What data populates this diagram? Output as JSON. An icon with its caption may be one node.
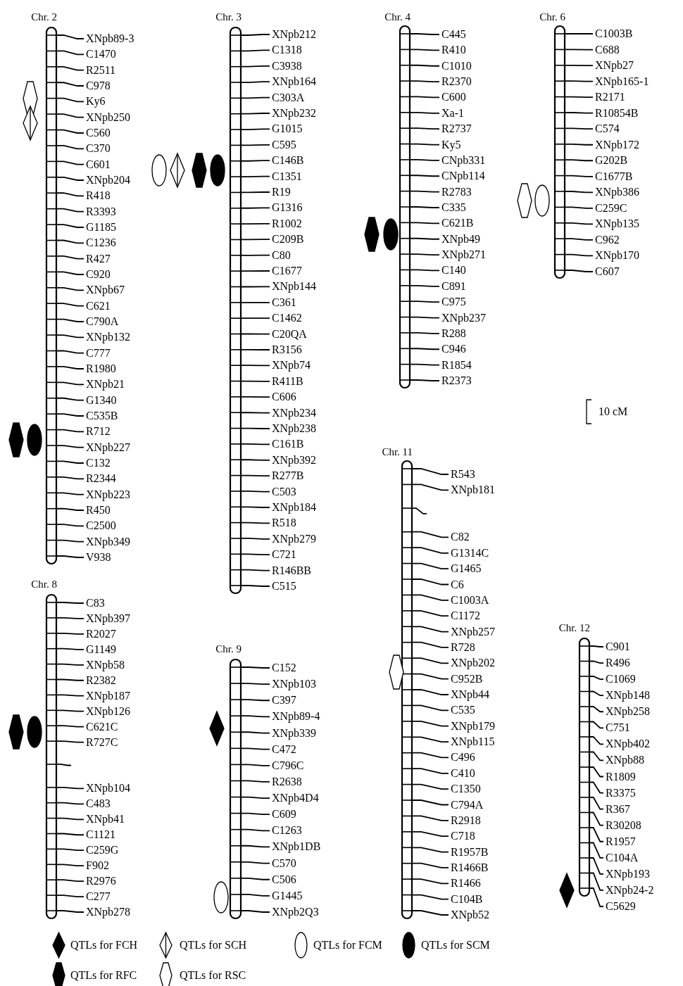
{
  "diagram": {
    "nodes": [
      {
        "text": [
          "Chr. 2"
        ]
      },
      {
        "text": [
          "XNpb89-3"
        ]
      },
      {
        "text": [
          "C1470"
        ]
      },
      {
        "text": [
          "R2511"
        ]
      },
      {
        "text": [
          "C978"
        ]
      },
      {
        "text": [
          "Ky6"
        ]
      },
      {
        "text": [
          "XNpb250"
        ]
      },
      {
        "text": [
          "C560"
        ]
      },
      {
        "text": [
          "C370"
        ]
      },
      {
        "text": [
          "C601"
        ]
      },
      {
        "text": [
          "XNpb204"
        ]
      },
      {
        "text": [
          "R418"
        ]
      },
      {
        "text": [
          "R3393"
        ]
      },
      {
        "text": [
          "G1185"
        ]
      },
      {
        "text": [
          "C1236"
        ]
      },
      {
        "text": [
          "R427"
        ]
      },
      {
        "text": [
          "C920"
        ]
      },
      {
        "text": [
          "XNpb67"
        ]
      },
      {
        "text": [
          "C621"
        ]
      },
      {
        "text": [
          "C790A"
        ]
      },
      {
        "text": [
          "XNpb132"
        ]
      },
      {
        "text": [
          "C777"
        ]
      },
      {
        "text": [
          "R1980"
        ]
      },
      {
        "text": [
          "XNpb21"
        ]
      },
      {
        "text": [
          "G1340"
        ]
      },
      {
        "text": [
          "C535B"
        ]
      },
      {
        "text": [
          "R712"
        ]
      },
      {
        "text": [
          "XNpb227"
        ]
      },
      {
        "text": [
          "C132"
        ]
      },
      {
        "text": [
          "R2344"
        ]
      },
      {
        "text": [
          "XNpb223"
        ]
      },
      {
        "text": [
          "R450"
        ]
      },
      {
        "text": [
          "C2500"
        ]
      },
      {
        "text": [
          "XNpb349"
        ]
      },
      {
        "text": [
          "V938"
        ]
      },
      {
        "text": [
          "Chr. 3"
        ]
      },
      {
        "text": [
          "XNpb212"
        ]
      },
      {
        "text": [
          "C1318"
        ]
      },
      {
        "text": [
          "C3938"
        ]
      },
      {
        "text": [
          "XNpb164"
        ]
      },
      {
        "text": [
          "C303A"
        ]
      },
      {
        "text": [
          "XNpb232"
        ]
      },
      {
        "text": [
          "G1015"
        ]
      },
      {
        "text": [
          "C595"
        ]
      },
      {
        "text": [
          "C146B"
        ]
      },
      {
        "text": [
          "C1351"
        ]
      },
      {
        "text": [
          "R19"
        ]
      },
      {
        "text": [
          "G1316"
        ]
      },
      {
        "text": [
          "R1002"
        ]
      },
      {
        "text": [
          "C209B"
        ]
      },
      {
        "text": [
          "C80"
        ]
      },
      {
        "text": [
          "C1677"
        ]
      },
      {
        "text": [
          "XNpb144"
        ]
      },
      {
        "text": [
          "C361"
        ]
      },
      {
        "text": [
          "C1462"
        ]
      },
      {
        "text": [
          "C20QA"
        ]
      },
      {
        "text": [
          "R3156"
        ]
      },
      {
        "text": [
          "XNpb74"
        ]
      },
      {
        "text": [
          "R411B"
        ]
      },
      {
        "text": [
          "C606"
        ]
      },
      {
        "text": [
          "XNpb234"
        ]
      },
      {
        "text": [
          "XNpb238"
        ]
      },
      {
        "text": [
          "C161B"
        ]
      },
      {
        "text": [
          "XNpb392"
        ]
      },
      {
        "text": [
          "R277B"
        ]
      },
      {
        "text": [
          "C503"
        ]
      },
      {
        "text": [
          "XNpb184"
        ]
      },
      {
        "text": [
          "R518"
        ]
      },
      {
        "text": [
          "XNpb279"
        ]
      },
      {
        "text": [
          "C721"
        ]
      },
      {
        "text": [
          "R146BB"
        ]
      },
      {
        "text": [
          "C515"
        ]
      },
      {
        "text": [
          "Chr. 4"
        ]
      },
      {
        "text": [
          "C445"
        ]
      },
      {
        "text": [
          "R410"
        ]
      },
      {
        "text": [
          "C1010"
        ]
      },
      {
        "text": [
          "R2370"
        ]
      },
      {
        "text": [
          "C600"
        ]
      },
      {
        "text": [
          "Xa-1"
        ]
      },
      {
        "text": [
          "R2737"
        ]
      },
      {
        "text": [
          "Ky5"
        ]
      },
      {
        "text": [
          "CNpb331"
        ]
      },
      {
        "text": [
          "CNpb114"
        ]
      },
      {
        "text": [
          "R2783"
        ]
      },
      {
        "text": [
          "C335"
        ]
      },
      {
        "text": [
          "C621B"
        ]
      },
      {
        "text": [
          "XNpb49"
        ]
      },
      {
        "text": [
          "XNpb271"
        ]
      },
      {
        "text": [
          "C140"
        ]
      },
      {
        "text": [
          "C891"
        ]
      },
      {
        "text": [
          "C975"
        ]
      },
      {
        "text": [
          "XNpb237"
        ]
      },
      {
        "text": [
          "R288"
        ]
      },
      {
        "text": [
          "C946"
        ]
      },
      {
        "text": [
          "R1854"
        ]
      },
      {
        "text": [
          "R2373"
        ]
      },
      {
        "text": [
          "Chr. 6"
        ]
      },
      {
        "text": [
          "C1003B"
        ]
      },
      {
        "text": [
          "C688"
        ]
      },
      {
        "text": [
          "XNpb27"
        ]
      },
      {
        "text": [
          "XNpb165-1"
        ]
      },
      {
        "text": [
          "R2171"
        ]
      },
      {
        "text": [
          "R10854B"
        ]
      },
      {
        "text": [
          "C574"
        ]
      },
      {
        "text": [
          "XNpb172"
        ]
      },
      {
        "text": [
          "G202B"
        ]
      },
      {
        "text": [
          "C1677B"
        ]
      },
      {
        "text": [
          "XNpb386"
        ]
      },
      {
        "text": [
          "C259C"
        ]
      },
      {
        "text": [
          "XNpb135"
        ]
      },
      {
        "text": [
          "C962"
        ]
      },
      {
        "text": [
          "XNpb170"
        ]
      },
      {
        "text": [
          "C607"
        ]
      },
      {
        "text": [
          "Chr. 8"
        ]
      },
      {
        "text": [
          "C83"
        ]
      },
      {
        "text": [
          "XNpb397"
        ]
      },
      {
        "text": [
          "R2027"
        ]
      },
      {
        "text": [
          "G1149"
        ]
      },
      {
        "text": [
          "XNpb58"
        ]
      },
      {
        "text": [
          "R2382"
        ]
      },
      {
        "text": [
          "XNpb187"
        ]
      },
      {
        "text": [
          "XNpb126"
        ]
      },
      {
        "text": [
          "C621C"
        ]
      },
      {
        "text": [
          "R727C"
        ]
      },
      {
        "text": [
          "XNpb104"
        ]
      },
      {
        "text": [
          "C483"
        ]
      },
      {
        "text": [
          "XNpb41"
        ]
      },
      {
        "text": [
          "C1121"
        ]
      },
      {
        "text": [
          "C259G"
        ]
      },
      {
        "text": [
          "F902"
        ]
      },
      {
        "text": [
          "R2976"
        ]
      },
      {
        "text": [
          "C277"
        ]
      },
      {
        "text": [
          "XNpb278"
        ]
      },
      {
        "text": [
          "Chr. 9"
        ]
      },
      {
        "text": [
          "C152"
        ]
      },
      {
        "text": [
          "XNpb103"
        ]
      },
      {
        "text": [
          "C397"
        ]
      },
      {
        "text": [
          "XNpb89-4"
        ]
      },
      {
        "text": [
          "XNpb339"
        ]
      },
      {
        "text": [
          "C472"
        ]
      },
      {
        "text": [
          "C796C"
        ]
      },
      {
        "text": [
          "R2638"
        ]
      },
      {
        "text": [
          "XNpb4D4"
        ]
      },
      {
        "text": [
          "C609"
        ]
      },
      {
        "text": [
          "C1263"
        ]
      },
      {
        "text": [
          "XNpb1DB"
        ]
      },
      {
        "text": [
          "C570"
        ]
      },
      {
        "text": [
          "C506"
        ]
      },
      {
        "text": [
          "G1445"
        ]
      },
      {
        "text": [
          "XNpb2Q3"
        ]
      },
      {
        "text": [
          "Chr. 11"
        ]
      },
      {
        "text": [
          "R543"
        ]
      },
      {
        "text": [
          "XNpb181"
        ]
      },
      {
        "text": [
          "C82"
        ]
      },
      {
        "text": [
          "G1314C"
        ]
      },
      {
        "text": [
          "G1465"
        ]
      },
      {
        "text": [
          "C6"
        ]
      },
      {
        "text": [
          "C1003A"
        ]
      },
      {
        "text": [
          "C1172"
        ]
      },
      {
        "text": [
          "XNpb257"
        ]
      },
      {
        "text": [
          "R728"
        ]
      },
      {
        "text": [
          "XNpb202"
        ]
      },
      {
        "text": [
          "C952B"
        ]
      },
      {
        "text": [
          "XNpb44"
        ]
      },
      {
        "text": [
          "C535"
        ]
      },
      {
        "text": [
          "XNpb179"
        ]
      },
      {
        "text": [
          "XNpb115"
        ]
      },
      {
        "text": [
          "C496"
        ]
      },
      {
        "text": [
          "C410"
        ]
      },
      {
        "text": [
          "C1350"
        ]
      },
      {
        "text": [
          "C794A"
        ]
      },
      {
        "text": [
          "R2918"
        ]
      },
      {
        "text": [
          "C718"
        ]
      },
      {
        "text": [
          "R1957B"
        ]
      },
      {
        "text": [
          "R1466B"
        ]
      },
      {
        "text": [
          "R1466"
        ]
      },
      {
        "text": [
          "C104B"
        ]
      },
      {
        "text": [
          "XNpb52"
        ]
      },
      {
        "text": [
          "Chr. 12"
        ]
      },
      {
        "text": [
          "C901"
        ]
      },
      {
        "text": [
          "R496"
        ]
      },
      {
        "text": [
          "C1069"
        ]
      },
      {
        "text": [
          "XNpb148"
        ]
      },
      {
        "text": [
          "XNpb258"
        ]
      },
      {
        "text": [
          "C751"
        ]
      },
      {
        "text": [
          "XNpb402"
        ]
      },
      {
        "text": [
          "XNpb88"
        ]
      },
      {
        "text": [
          "R1809"
        ]
      },
      {
        "text": [
          "R3375"
        ]
      },
      {
        "text": [
          "R367"
        ]
      },
      {
        "text": [
          "R30208"
        ]
      },
      {
        "text": [
          "R1957"
        ]
      },
      {
        "text": [
          "C104A"
        ]
      },
      {
        "text": [
          "XNpb193"
        ]
      },
      {
        "text": [
          "XNpb24-2"
        ]
      },
      {
        "text": [
          "C5629"
        ]
      }
    ],
    "edges": [
      {
        "from": 1,
        "to": 0,
        "arrow": "none"
      },
      {
        "from": 2,
        "to": 0,
        "arrow": "none"
      },
      {
        "from": 3,
        "to": 0,
        "arrow": "none"
      },
      {
        "from": 4,
        "to": 0,
        "arrow": "none"
      },
      {
        "from": 5,
        "to": 0,
        "arrow": "none"
      },
      {
        "from": 6,
        "to": 0,
        "arrow": "none"
      },
      {
        "from": 7,
        "to": 0,
        "arrow": "none"
      },
      {
        "from": 8,
        "to": 0,
        "arrow": "none"
      },
      {
        "from": 9,
        "to": 0,
        "arrow": "none"
      },
      {
        "from": 10,
        "to": 0,
        "arrow": "none"
      },
      {
        "from": 11,
        "to": 0,
        "arrow": "none"
      },
      {
        "from": 12,
        "to": 0,
        "arrow": "none"
      },
      {
        "from": 13,
        "to": 0,
        "arrow": "none"
      },
      {
        "from": 14,
        "to": 0,
        "arrow": "none"
      },
      {
        "from": 15,
        "to": 0,
        "arrow": "none"
      },
      {
        "from": 16,
        "to": 0,
        "arrow": "none"
      },
      {
        "from": 17,
        "to": 0,
        "arrow": "none"
      },
      {
        "from": 18,
        "to": 0,
        "arrow": "none"
      },
      {
        "from": 19,
        "to": 0,
        "arrow": "none"
      },
      {
        "from": 20,
        "to": 0,
        "arrow": "none"
      },
      {
        "from": 21,
        "to": 0,
        "arrow": "none"
      },
      {
        "from": 22,
        "to": 0,
        "arrow": "none"
      },
      {
        "from": 23,
        "to": 0,
        "arrow": "none"
      },
      {
        "from": 24,
        "to": 0,
        "arrow": "none"
      },
      {
        "from": 25,
        "to": 0,
        "arrow": "none"
      },
      {
        "from": 26,
        "to": 0,
        "arrow": "none"
      },
      {
        "from": 27,
        "to": 0,
        "arrow": "none"
      },
      {
        "from": 28,
        "to": 0,
        "arrow": "none"
      },
      {
        "from": 29,
        "to": 0,
        "arrow": "none"
      },
      {
        "from": 30,
        "to": 0,
        "arrow": "none"
      },
      {
        "from": 31,
        "to": 0,
        "arrow": "none"
      },
      {
        "from": 32,
        "to": 0,
        "arrow": "none"
      },
      {
        "from": 33,
        "to": 0,
        "arrow": "none"
      },
      {
        "from": 34,
        "to": 0,
        "arrow": "none"
      },
      {
        "from": 36,
        "to": 35,
        "arrow": "none"
      },
      {
        "from": 37,
        "to": 35,
        "arrow": "none"
      },
      {
        "from": 38,
        "to": 35,
        "arrow": "none"
      },
      {
        "from": 39,
        "to": 35,
        "arrow": "none"
      },
      {
        "from": 40,
        "to": 35,
        "arrow": "none"
      },
      {
        "from": 41,
        "to": 35,
        "arrow": "none"
      },
      {
        "from": 42,
        "to": 35,
        "arrow": "none"
      },
      {
        "from": 43,
        "to": 35,
        "arrow": "none"
      },
      {
        "from": 44,
        "to": 35,
        "arrow": "none"
      },
      {
        "from": 45,
        "to": 35,
        "arrow": "none"
      },
      {
        "from": 46,
        "to": 35,
        "arrow": "none"
      },
      {
        "from": 47,
        "to": 35,
        "arrow": "none"
      },
      {
        "from": 48,
        "to": 35,
        "arrow": "none"
      },
      {
        "from": 49,
        "to": 35,
        "arrow": "none"
      },
      {
        "from": 50,
        "to": 35,
        "arrow": "none"
      },
      {
        "from": 51,
        "to": 35,
        "arrow": "none"
      },
      {
        "from": 52,
        "to": 35,
        "arrow": "none"
      },
      {
        "from": 53,
        "to": 35,
        "arrow": "none"
      },
      {
        "from": 54,
        "to": 35,
        "arrow": "none"
      },
      {
        "from": 55,
        "to": 35,
        "arrow": "none"
      },
      {
        "from": 56,
        "to": 35,
        "arrow": "none"
      },
      {
        "from": 57,
        "to": 35,
        "arrow": "none"
      },
      {
        "from": 58,
        "to": 35,
        "arrow": "none"
      },
      {
        "from": 59,
        "to": 35,
        "arrow": "none"
      },
      {
        "from": 60,
        "to": 35,
        "arrow": "none"
      },
      {
        "from": 61,
        "to": 35,
        "arrow": "none"
      },
      {
        "from": 62,
        "to": 35,
        "arrow": "none"
      },
      {
        "from": 63,
        "to": 35,
        "arrow": "none"
      },
      {
        "from": 64,
        "to": 35,
        "arrow": "none"
      },
      {
        "from": 65,
        "to": 35,
        "arrow": "none"
      },
      {
        "from": 66,
        "to": 35,
        "arrow": "none"
      },
      {
        "from": 67,
        "to": 35,
        "arrow": "none"
      },
      {
        "from": 68,
        "to": 35,
        "arrow": "none"
      },
      {
        "from": 69,
        "to": 35,
        "arrow": "none"
      },
      {
        "from": 70,
        "to": 35,
        "arrow": "none"
      },
      {
        "from": 71,
        "to": 35,
        "arrow": "none"
      },
      {
        "from": 73,
        "to": 72,
        "arrow": "none"
      },
      {
        "from": 74,
        "to": 72,
        "arrow": "none"
      },
      {
        "from": 75,
        "to": 72,
        "arrow": "none"
      },
      {
        "from": 76,
        "to": 72,
        "arrow": "none"
      },
      {
        "from": 77,
        "to": 72,
        "arrow": "none"
      },
      {
        "from": 78,
        "to": 72,
        "arrow": "none"
      },
      {
        "from": 79,
        "to": 72,
        "arrow": "none"
      },
      {
        "from": 80,
        "to": 72,
        "arrow": "none"
      },
      {
        "from": 81,
        "to": 72,
        "arrow": "none"
      },
      {
        "from": 82,
        "to": 72,
        "arrow": "none"
      },
      {
        "from": 83,
        "to": 72,
        "arrow": "none"
      },
      {
        "from": 84,
        "to": 72,
        "arrow": "none"
      },
      {
        "from": 85,
        "to": 72,
        "arrow": "none"
      },
      {
        "from": 86,
        "to": 72,
        "arrow": "none"
      },
      {
        "from": 87,
        "to": 72,
        "arrow": "none"
      },
      {
        "from": 88,
        "to": 72,
        "arrow": "none"
      },
      {
        "from": 89,
        "to": 72,
        "arrow": "none"
      },
      {
        "from": 90,
        "to": 72,
        "arrow": "none"
      },
      {
        "from": 91,
        "to": 72,
        "arrow": "none"
      },
      {
        "from": 92,
        "to": 72,
        "arrow": "none"
      },
      {
        "from": 93,
        "to": 72,
        "arrow": "none"
      },
      {
        "from": 94,
        "to": 72,
        "arrow": "none"
      },
      {
        "from": 95,
        "to": 72,
        "arrow": "none"
      },
      {
        "from": 97,
        "to": 96,
        "arrow": "none"
      },
      {
        "from": 98,
        "to": 96,
        "arrow": "none"
      },
      {
        "from": 99,
        "to": 96,
        "arrow": "none"
      },
      {
        "from": 100,
        "to": 96,
        "arrow": "none"
      },
      {
        "from": 101,
        "to": 96,
        "arrow": "none"
      },
      {
        "from": 102,
        "to": 96,
        "arrow": "none"
      },
      {
        "from": 103,
        "to": 96,
        "arrow": "none"
      },
      {
        "from": 104,
        "to": 96,
        "arrow": "none"
      },
      {
        "from": 105,
        "to": 96,
        "arrow": "none"
      },
      {
        "from": 106,
        "to": 96,
        "arrow": "none"
      },
      {
        "from": 107,
        "to": 96,
        "arrow": "none"
      },
      {
        "from": 108,
        "to": 96,
        "arrow": "none"
      },
      {
        "from": 109,
        "to": 96,
        "arrow": "none"
      },
      {
        "from": 110,
        "to": 96,
        "arrow": "none"
      },
      {
        "from": 111,
        "to": 96,
        "arrow": "none"
      },
      {
        "from": 112,
        "to": 96,
        "arrow": "none"
      },
      {
        "from": 114,
        "to": 113,
        "arrow": "none"
      },
      {
        "from": 115,
        "to": 113,
        "arrow": "none"
      },
      {
        "from": 116,
        "to": 113,
        "arrow": "none"
      },
      {
        "from": 117,
        "to": 113,
        "arrow": "none"
      },
      {
        "from": 118,
        "to": 113,
        "arrow": "none"
      },
      {
        "from": 119,
        "to": 113,
        "arrow": "none"
      },
      {
        "from": 120,
        "to": 113,
        "arrow": "none"
      },
      {
        "from": 121,
        "to": 113,
        "arrow": "none"
      },
      {
        "from": 122,
        "to": 113,
        "arrow": "none"
      },
      {
        "from": 123,
        "to": 113,
        "arrow": "none"
      },
      {
        "from": null,
        "to": 113,
        "arrow": "none"
      },
      {
        "from": 124,
        "to": 113,
        "arrow": "none"
      },
      {
        "from": 125,
        "to": 113,
        "arrow": "none"
      },
      {
        "from": 126,
        "to": 113,
        "arrow": "none"
      },
      {
        "from": 127,
        "to": 113,
        "arrow": "none"
      },
      {
        "from": 128,
        "to": 113,
        "arrow": "none"
      },
      {
        "from": 129,
        "to": 113,
        "arrow": "none"
      },
      {
        "from": 130,
        "to": 113,
        "arrow": "none"
      },
      {
        "from": 131,
        "to": 113,
        "arrow": "none"
      },
      {
        "from": 132,
        "to": 113,
        "arrow": "none"
      },
      {
        "from": 134,
        "to": 133,
        "arrow": "none"
      },
      {
        "from": 135,
        "to": 133,
        "arrow": "none"
      },
      {
        "from": 136,
        "to": 133,
        "arrow": "none"
      },
      {
        "from": 137,
        "to": 133,
        "arrow": "none"
      },
      {
        "from": 138,
        "to": 133,
        "arrow": "none"
      },
      {
        "from": 139,
        "to": 133,
        "arrow": "none"
      },
      {
        "from": 140,
        "to": 133,
        "arrow": "none"
      },
      {
        "from": 141,
        "to": 133,
        "arrow": "none"
      },
      {
        "from": 142,
        "to": 133,
        "arrow": "none"
      },
      {
        "from": 143,
        "to": 133,
        "arrow": "none"
      },
      {
        "from": 144,
        "to": 133,
        "arrow": "none"
      },
      {
        "from": 145,
        "to": 133,
        "arrow": "none"
      },
      {
        "from": 146,
        "to": 133,
        "arrow": "none"
      },
      {
        "from": 147,
        "to": 133,
        "arrow": "none"
      },
      {
        "from": 148,
        "to": 133,
        "arrow": "none"
      },
      {
        "from": 149,
        "to": 133,
        "arrow": "none"
      },
      {
        "from": 151,
        "to": 150,
        "arrow": "none"
      },
      {
        "from": 152,
        "to": 150,
        "arrow": "none"
      },
      {
        "from": null,
        "to": 150,
        "arrow": "none"
      },
      {
        "from": 153,
        "to": 150,
        "arrow": "none"
      },
      {
        "from": 154,
        "to": 150,
        "arrow": "none"
      },
      {
        "from": 155,
        "to": 150,
        "arrow": "none"
      },
      {
        "from": 156,
        "to": 150,
        "arrow": "none"
      },
      {
        "from": 157,
        "to": 150,
        "arrow": "none"
      },
      {
        "from": 158,
        "to": 150,
        "arrow": "none"
      },
      {
        "from": 159,
        "to": 150,
        "arrow": "none"
      },
      {
        "from": 160,
        "to": 150,
        "arrow": "none"
      },
      {
        "from": 161,
        "to": 150,
        "arrow": "none"
      },
      {
        "from": 162,
        "to": 150,
        "arrow": "none"
      },
      {
        "from": 163,
        "to": 150,
        "arrow": "none"
      },
      {
        "from": 164,
        "to": 150,
        "arrow": "none"
      },
      {
        "from": 165,
        "to": 150,
        "arrow": "none"
      },
      {
        "from": 166,
        "to": 150,
        "arrow": "none"
      },
      {
        "from": 167,
        "to": 150,
        "arrow": "none"
      },
      {
        "from": 168,
        "to": 150,
        "arrow": "none"
      },
      {
        "from": 169,
        "to": 150,
        "arrow": "none"
      },
      {
        "from": 170,
        "to": 150,
        "arrow": "none"
      },
      {
        "from": 171,
        "to": 150,
        "arrow": "none"
      },
      {
        "from": 172,
        "to": 150,
        "arrow": "none"
      },
      {
        "from": 173,
        "to": 150,
        "arrow": "none"
      },
      {
        "from": 174,
        "to": 150,
        "arrow": "none"
      },
      {
        "from": 175,
        "to": 150,
        "arrow": "none"
      },
      {
        "from": 176,
        "to": 150,
        "arrow": "none"
      },
      {
        "from": 177,
        "to": 150,
        "arrow": "none"
      },
      {
        "from": 179,
        "to": 178,
        "arrow": "none"
      },
      {
        "from": 180,
        "to": 178,
        "arrow": "none"
      },
      {
        "from": 181,
        "to": 178,
        "arrow": "none"
      },
      {
        "from": 182,
        "to": 178,
        "arrow": "none"
      },
      {
        "from": 183,
        "to": 178,
        "arrow": "none"
      },
      {
        "from": 184,
        "to": 178,
        "arrow": "none"
      },
      {
        "from": 185,
        "to": 178,
        "arrow": "none"
      },
      {
        "from": 186,
        "to": 178,
        "arrow": "none"
      },
      {
        "from": 187,
        "to": 178,
        "arrow": "none"
      },
      {
        "from": 188,
        "to": 178,
        "arrow": "none"
      },
      {
        "from": 189,
        "to": 178,
        "arrow": "none"
      },
      {
        "from": 190,
        "to": 178,
        "arrow": "none"
      },
      {
        "from": 191,
        "to": 178,
        "arrow": "none"
      },
      {
        "from": 192,
        "to": 178,
        "arrow": "none"
      },
      {
        "from": 193,
        "to": 178,
        "arrow": "none"
      },
      {
        "from": 194,
        "to": 178,
        "arrow": "none"
      },
      {
        "from": 195,
        "to": 178,
        "arrow": "none"
      }
    ],
    "labels": [
      "10 cM"
    ],
    "legend": [
      {
        "text": "QTLs for FCH"
      },
      {
        "text": "QTLs for SCH"
      },
      {
        "text": "QTLs for FCM"
      },
      {
        "text": "QTLs for SCM"
      },
      {
        "text": "QTLs for RFC"
      },
      {
        "text": "QTLs for RSC"
      }
    ]
  }
}
